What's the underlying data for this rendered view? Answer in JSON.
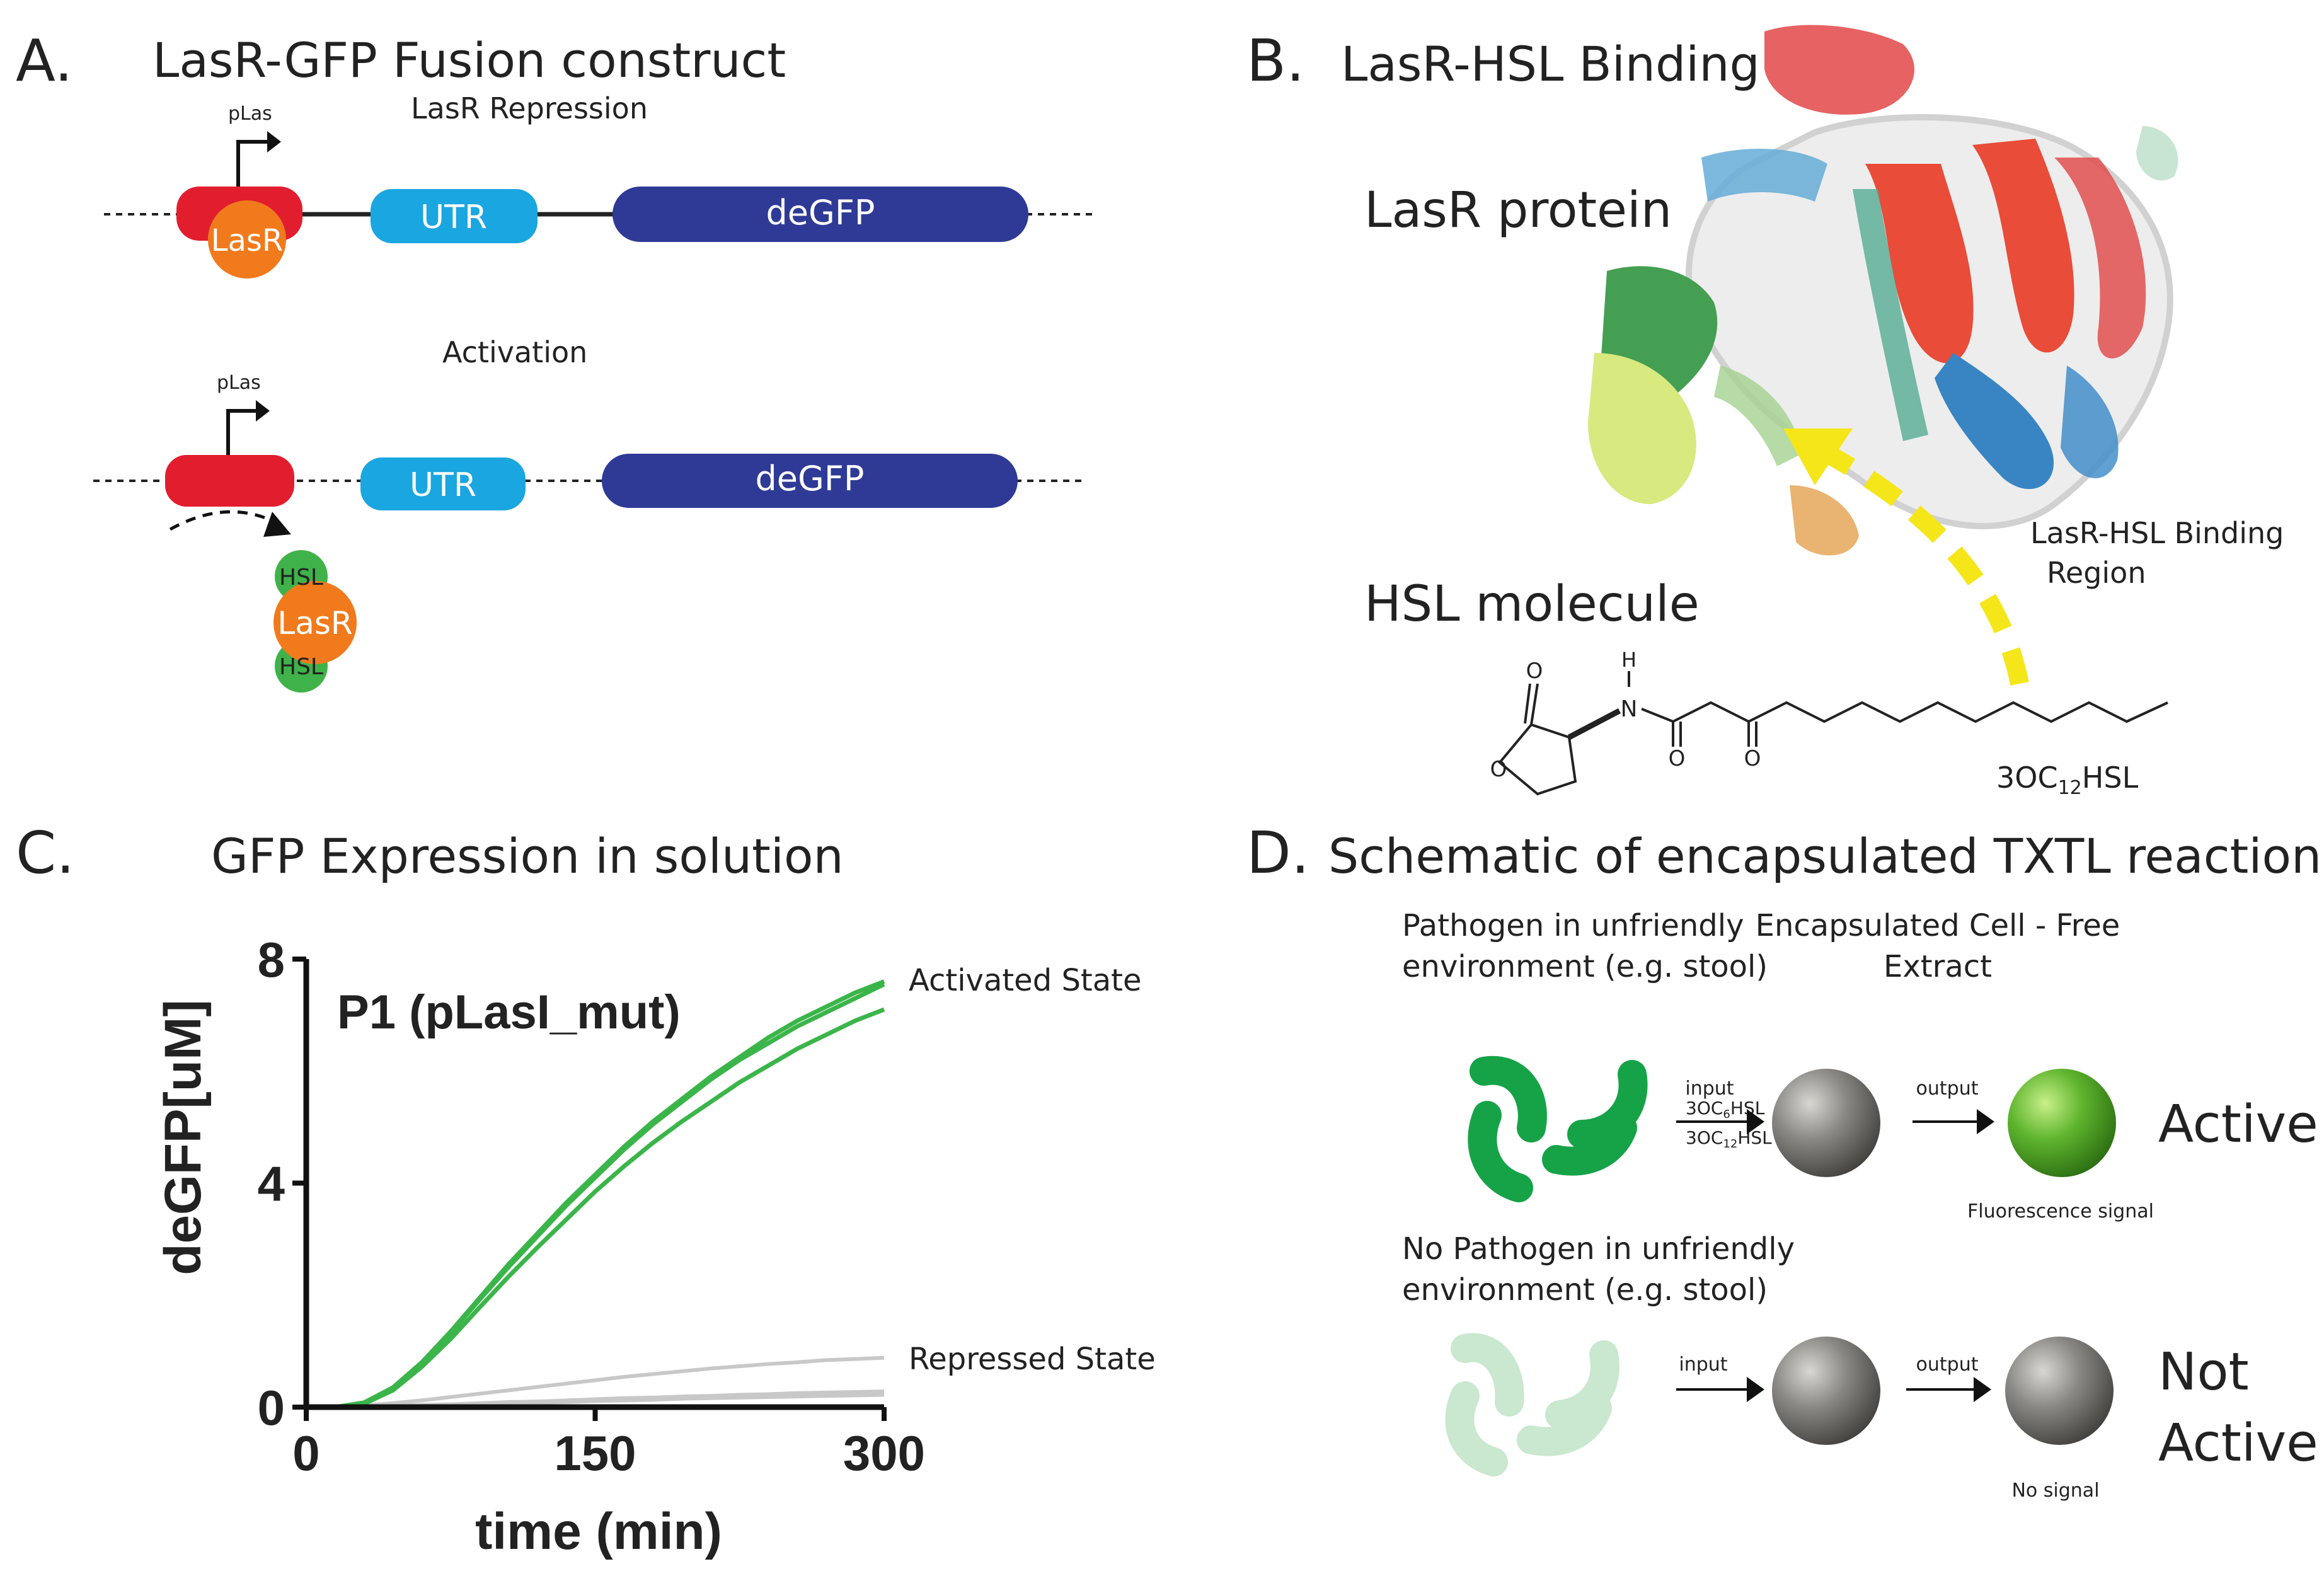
{
  "panel_a": {
    "letter": "A.",
    "title": "LasR-GFP Fusion construct",
    "repression_label": "LasR Repression",
    "activation_label": "Activation",
    "promoter_label": "pLas",
    "lasr_label": "LasR",
    "utr_label": "UTR",
    "degfp_label": "deGFP",
    "hsl_label": "HSL",
    "colors": {
      "promoter": "#e21d2e",
      "lasr": "#f07a1c",
      "utr": "#1aa6e0",
      "degfp": "#2e3a96",
      "hsl": "#3fb24a"
    }
  },
  "panel_b": {
    "letter": "B.",
    "title": "LasR-HSL Binding",
    "protein_label": "LasR protein",
    "molecule_label": "HSL molecule",
    "binding_region_line1": "LasR-HSL Binding",
    "binding_region_line2": "Region",
    "molecule_name_prefix": "3OC",
    "molecule_name_sub": "12",
    "molecule_name_suffix": "HSL",
    "atom_O": "O",
    "atom_N": "N",
    "atom_H": "H",
    "arrow_color": "#f5e61a"
  },
  "panel_c": {
    "letter": "C.",
    "title": "GFP Expression in solution",
    "plot_label": "P1 (pLasI_mut)",
    "activated_label": "Activated State",
    "repressed_label": "Repressed State"
  },
  "chart_data": {
    "type": "line",
    "title": "GFP Expression in solution",
    "xlabel": "time (min)",
    "ylabel": "deGFP[uM]",
    "xlim": [
      0,
      300
    ],
    "ylim": [
      0,
      8
    ],
    "x_ticks": [
      0,
      150,
      300
    ],
    "y_ticks": [
      0,
      4,
      8
    ],
    "grid": false,
    "x": [
      0,
      15,
      30,
      45,
      60,
      75,
      90,
      105,
      120,
      135,
      150,
      165,
      180,
      195,
      210,
      225,
      240,
      255,
      270,
      285,
      300
    ],
    "series": [
      {
        "name": "Activated State",
        "group": "activated",
        "color": "#3bb54a",
        "values": [
          0,
          0,
          0.08,
          0.35,
          0.8,
          1.35,
          1.95,
          2.55,
          3.1,
          3.65,
          4.15,
          4.65,
          5.1,
          5.5,
          5.9,
          6.25,
          6.6,
          6.9,
          7.15,
          7.4,
          7.6
        ]
      },
      {
        "name": "",
        "group": "activated",
        "color": "#3bb54a",
        "values": [
          0,
          0,
          0.07,
          0.33,
          0.78,
          1.32,
          1.92,
          2.5,
          3.05,
          3.6,
          4.1,
          4.6,
          5.05,
          5.45,
          5.85,
          6.2,
          6.5,
          6.8,
          7.05,
          7.3,
          7.55
        ]
      },
      {
        "name": "",
        "group": "activated",
        "color": "#3bb54a",
        "values": [
          0,
          0,
          0.06,
          0.3,
          0.72,
          1.22,
          1.78,
          2.33,
          2.85,
          3.35,
          3.85,
          4.3,
          4.72,
          5.1,
          5.45,
          5.8,
          6.1,
          6.4,
          6.65,
          6.9,
          7.1
        ]
      },
      {
        "name": "Repressed State",
        "group": "repressed",
        "color": "#c8c8c8",
        "values": [
          0,
          0.01,
          0.03,
          0.07,
          0.12,
          0.18,
          0.24,
          0.3,
          0.36,
          0.42,
          0.48,
          0.54,
          0.59,
          0.64,
          0.69,
          0.73,
          0.77,
          0.8,
          0.84,
          0.86,
          0.88
        ]
      },
      {
        "name": "",
        "group": "repressed",
        "color": "#c8c8c8",
        "values": [
          0,
          0,
          0.01,
          0.02,
          0.04,
          0.05,
          0.07,
          0.09,
          0.1,
          0.12,
          0.14,
          0.16,
          0.17,
          0.19,
          0.2,
          0.22,
          0.23,
          0.25,
          0.26,
          0.27,
          0.28
        ]
      },
      {
        "name": "",
        "group": "repressed",
        "color": "#c8c8c8",
        "values": [
          0,
          0,
          0.01,
          0.02,
          0.03,
          0.04,
          0.05,
          0.07,
          0.08,
          0.09,
          0.11,
          0.12,
          0.13,
          0.15,
          0.16,
          0.17,
          0.18,
          0.19,
          0.2,
          0.21,
          0.22
        ]
      }
    ]
  },
  "panel_d": {
    "letter": "D.",
    "title": "Schematic of encapsulated TXTL reaction",
    "pathogen_line1": "Pathogen in unfriendly",
    "pathogen_line2": "environment (e.g. stool)",
    "extract_line1": "Encapsulated Cell - Free",
    "extract_line2": "Extract",
    "input_label": "input",
    "input_mol1_prefix": "3OC",
    "input_mol1_sub": "6",
    "input_mol1_suffix": "HSL",
    "input_mol2_prefix": "3OC",
    "input_mol2_sub": "12",
    "input_mol2_suffix": "HSL",
    "output_label": "output",
    "fluorescence_label": "Fluorescence signal",
    "active_label": "Active",
    "nopathogen_line1": "No Pathogen in unfriendly",
    "nopathogen_line2": "environment (e.g. stool)",
    "not_active_line1": "Not",
    "not_active_line2": "Active",
    "no_signal_label": "No signal",
    "colors": {
      "pathogen": "#16a347",
      "pathogen_faded": "#c9e8cf",
      "sphere_grey": "#6e6c68",
      "sphere_green": "#4da329"
    }
  }
}
